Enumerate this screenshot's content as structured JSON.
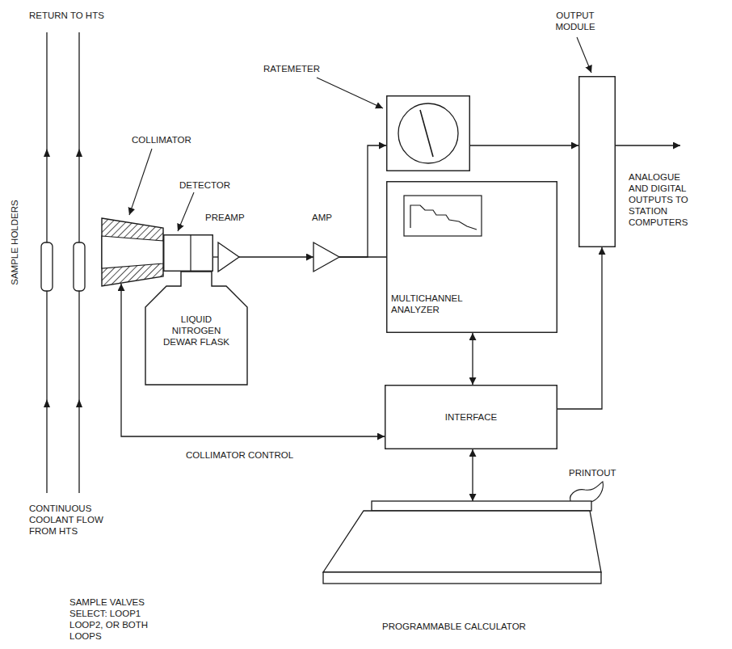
{
  "diagram": {
    "nodes": [
      {
        "text": [
          "COLLIMATOR"
        ]
      },
      {
        "text": [
          "DETECTOR"
        ]
      },
      {
        "text": [
          "LIQUID NITROGEN DEWAR FLASK"
        ]
      },
      {
        "text": [
          "PREAMP"
        ]
      },
      {
        "text": [
          "AMP"
        ]
      },
      {
        "text": [
          "RATEMETER"
        ]
      },
      {
        "text": [
          "MULTICHANNEL ANALYZER"
        ]
      },
      {
        "text": [
          "INTERFACE"
        ]
      },
      {
        "text": [
          "OUTPUT MODULE"
        ]
      },
      {
        "text": [
          "PROGRAMMABLE CALCULATOR"
        ]
      }
    ],
    "edges": [
      {
        "from": 1,
        "to": 3,
        "arrow": "none"
      },
      {
        "from": 3,
        "to": 4,
        "arrow": "to"
      },
      {
        "from": 4,
        "to": 5,
        "arrow": "to"
      },
      {
        "from": 4,
        "to": 6,
        "arrow": "none"
      },
      {
        "from": 5,
        "to": 8,
        "arrow": "to"
      },
      {
        "from": 6,
        "to": 7,
        "arrow": "both"
      },
      {
        "from": 7,
        "to": 8,
        "arrow": "to"
      },
      {
        "from": 7,
        "to": 9,
        "arrow": "both"
      },
      {
        "from": 0,
        "to": 7,
        "label": "COLLIMATOR CONTROL",
        "arrow": "both"
      }
    ],
    "labels": [
      "RETURN TO HTS",
      "SAMPLE HOLDERS",
      "CONTINUOUS COOLANT FLOW FROM HTS",
      "SAMPLE VALVES SELECT: LOOP1 LOOP2, OR BOTH LOOPS",
      "ANALOGUE AND DIGITAL OUTPUTS TO STATION COMPUTERS",
      "PRINTOUT"
    ]
  }
}
